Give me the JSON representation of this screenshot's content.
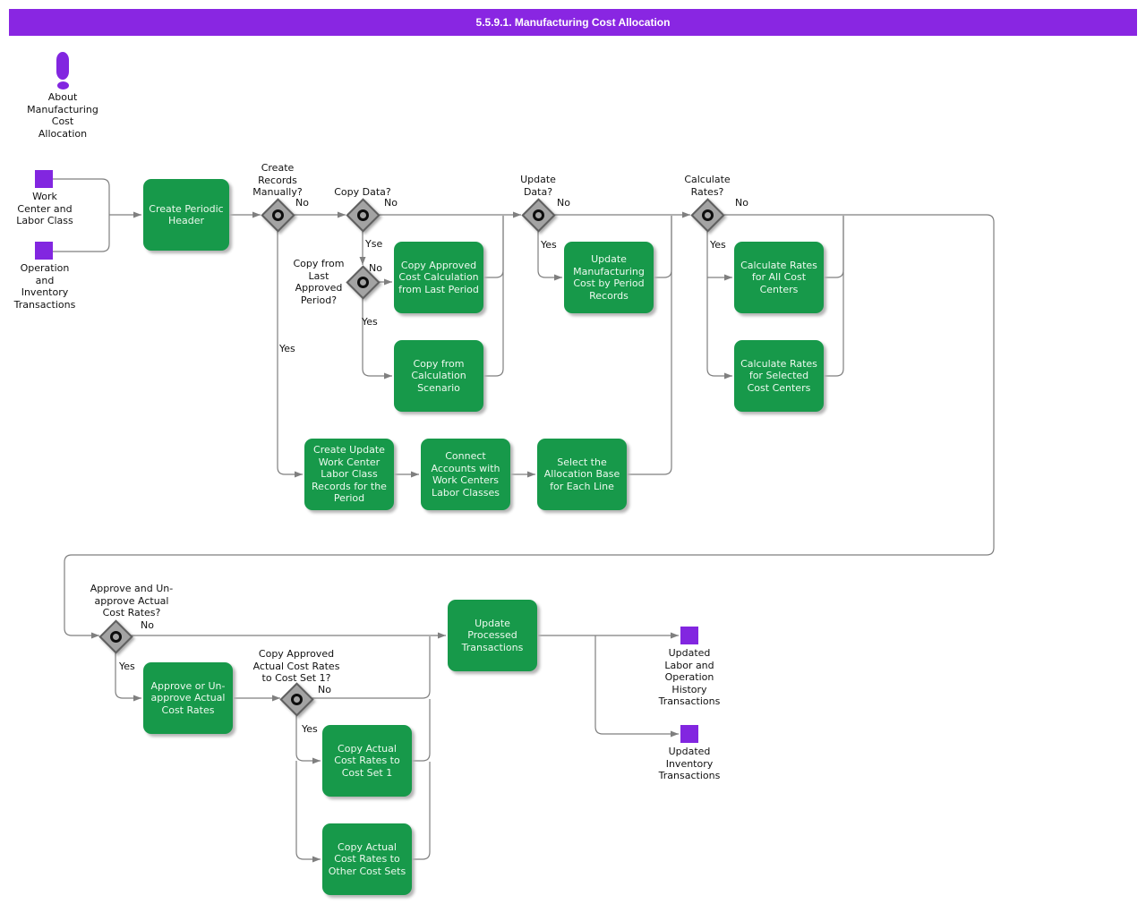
{
  "title": "5.5.9.1. Manufacturing Cost Allocation",
  "about": {
    "label": "About\nManufacturing\nCost\nAllocation"
  },
  "inputs": {
    "work_center": {
      "label": "Work\nCenter and\nLabor Class"
    },
    "operation": {
      "label": "Operation\nand\nInventory\nTransactions"
    }
  },
  "tasks": {
    "create_periodic_header": {
      "label": "Create Periodic\nHeader"
    },
    "copy_approved_cost_calculation": {
      "label": "Copy Approved\nCost Calculation\nfrom Last Period"
    },
    "copy_from_calculation_scenario": {
      "label": "Copy from\nCalculation\nScenario"
    },
    "update_manufacturing_cost": {
      "label": "Update\nManufacturing\nCost by Period\nRecords"
    },
    "calculate_rates_all": {
      "label": "Calculate Rates\nfor All Cost\nCenters"
    },
    "calculate_rates_selected": {
      "label": "Calculate Rates\nfor Selected\nCost Centers"
    },
    "create_update_wc_records": {
      "label": "Create Update\nWork Center\nLabor Class\nRecords for the\nPeriod"
    },
    "connect_accounts": {
      "label": "Connect\nAccounts with\nWork Centers\nLabor Classes"
    },
    "select_allocation_base": {
      "label": "Select the\nAllocation Base\nfor Each Line"
    },
    "approve_unapprove_rates": {
      "label": "Approve or Un-\napprove Actual\nCost Rates"
    },
    "update_processed_transactions": {
      "label": "Update\nProcessed\nTransactions"
    },
    "copy_rates_cost_set_1": {
      "label": "Copy Actual\nCost Rates to\nCost Set 1"
    },
    "copy_rates_other_cost_sets": {
      "label": "Copy Actual\nCost Rates to\nOther Cost Sets"
    }
  },
  "decisions": {
    "create_records_manually": {
      "label": "Create\nRecords\nManually?"
    },
    "copy_data": {
      "label": "Copy Data?"
    },
    "copy_from_last_approved": {
      "label": "Copy from\nLast\nApproved\nPeriod?"
    },
    "update_data": {
      "label": "Update\nData?"
    },
    "calculate_rates": {
      "label": "Calculate\nRates?"
    },
    "approve_unapprove": {
      "label": "Approve and Un-\napprove Actual\nCost Rates?"
    },
    "copy_approved_to_set1": {
      "label": "Copy Approved\nActual Cost Rates\nto Cost Set 1?"
    }
  },
  "outputs": {
    "updated_labor": {
      "label": "Updated\nLabor and\nOperation\nHistory\nTransactions"
    },
    "updated_inventory": {
      "label": "Updated\nInventory\nTransactions"
    }
  },
  "edge_labels": {
    "yes": "Yes",
    "no": "No",
    "yse": "Yse"
  },
  "colors": {
    "header_bg": "#8926e2",
    "node_green": "#17994a",
    "accent_purple": "#8226e0",
    "line_gray": "#7f7f7f",
    "diamond_gray": "#a3a3a3"
  }
}
